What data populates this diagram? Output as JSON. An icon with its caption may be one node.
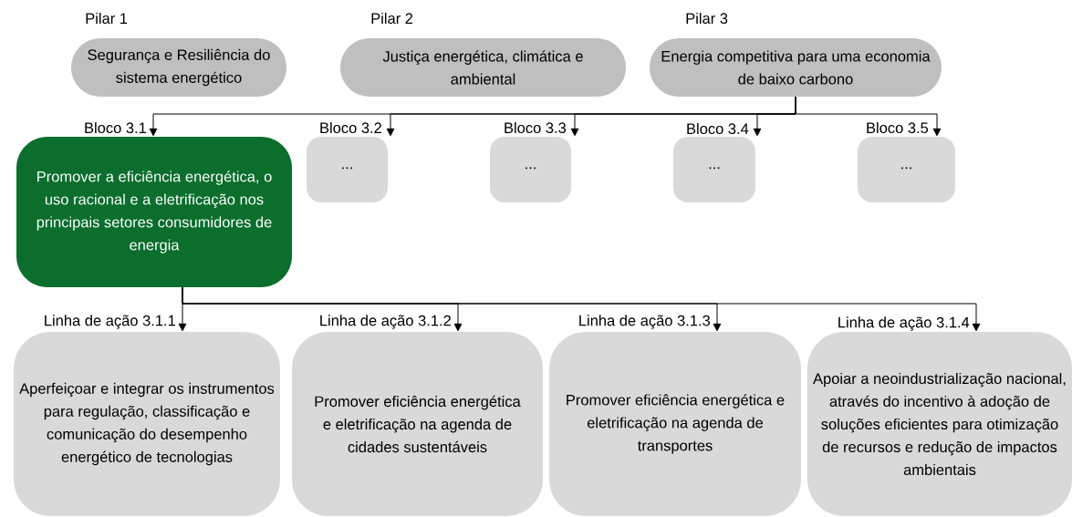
{
  "diagram": {
    "nodes": [
      {
        "text": [
          "Pilar 1",
          "Segurança e Resiliência do sistema energético"
        ]
      },
      {
        "text": [
          "Pilar 2",
          "Justiça energética, climática e ambiental"
        ]
      },
      {
        "text": [
          "Pilar 3",
          "Energia competitiva para uma economia de baixo carbono"
        ]
      },
      {
        "text": [
          "Bloco 3.1",
          "Promover a eficiência energética, o uso racional e a eletrificação nos principais setores consumidores de energia"
        ]
      },
      {
        "text": [
          "Bloco 3.2",
          "..."
        ]
      },
      {
        "text": [
          "Bloco 3.3",
          "..."
        ]
      },
      {
        "text": [
          "Bloco 3.4",
          "..."
        ]
      },
      {
        "text": [
          "Bloco 3.5",
          "..."
        ]
      },
      {
        "text": [
          "Linha de ação 3.1.1",
          "Aperfeiçoar e integrar os instrumentos para regulação, classificação e comunicação do desempenho energético de tecnologias"
        ]
      },
      {
        "text": [
          "Linha de ação 3.1.2",
          "Promover  eficiência energética e eletrificação na agenda de cidades sustentáveis"
        ]
      },
      {
        "text": [
          "Linha de ação 3.1.3",
          "Promover eficiência energética e eletrificação na agenda de transportes"
        ]
      },
      {
        "text": [
          "Linha de ação 3.1.4",
          "Apoiar a neoindustrialização nacional, através do incentivo à adoção de soluções eficientes para otimização de recursos e redução de impactos ambientais"
        ]
      }
    ],
    "edges": [
      {
        "from": 2,
        "to": 3,
        "arrow": "to"
      },
      {
        "from": 2,
        "to": 4,
        "arrow": "to"
      },
      {
        "from": 2,
        "to": 5,
        "arrow": "to"
      },
      {
        "from": 2,
        "to": 6,
        "arrow": "to"
      },
      {
        "from": 2,
        "to": 7,
        "arrow": "to"
      },
      {
        "from": 3,
        "to": 8,
        "arrow": "to"
      },
      {
        "from": 3,
        "to": 9,
        "arrow": "to"
      },
      {
        "from": 3,
        "to": 10,
        "arrow": "to"
      },
      {
        "from": 3,
        "to": 11,
        "arrow": "to"
      }
    ]
  }
}
